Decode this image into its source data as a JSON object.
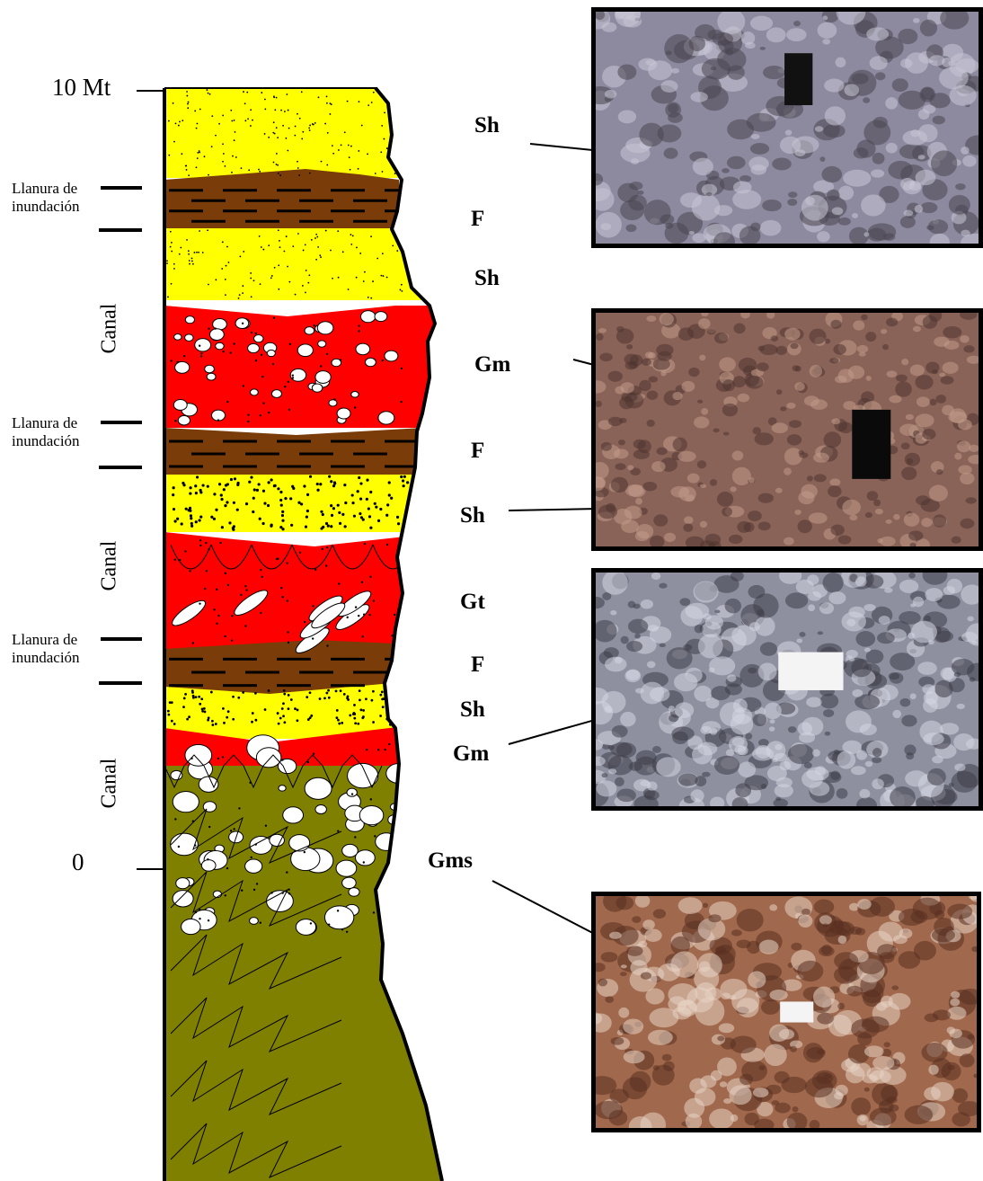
{
  "scale": {
    "top_label": "10 Mt",
    "bottom_label": "0"
  },
  "environments": {
    "floodplain_line1": "Llanura de",
    "floodplain_line2": "inundación",
    "channel": "Canal"
  },
  "facies_labels": [
    "Sh",
    "F",
    "Sh",
    "Gm",
    "F",
    "Sh",
    "Gt",
    "F",
    "Sh",
    "Gm",
    "Gms"
  ],
  "colors": {
    "sand": "#ffff00",
    "gravel": "#ff0000",
    "floodplain": "#7a3c08",
    "basement": "#808000",
    "outline": "#000000"
  },
  "photos": [
    {
      "name": "photo-sh-outcrop",
      "tone": "#8d8aa0"
    },
    {
      "name": "photo-gm-sh-outcrop",
      "tone": "#8a6358"
    },
    {
      "name": "photo-gt-sh-gm-outcrop",
      "tone": "#8e90a0"
    },
    {
      "name": "photo-gms-outcrop",
      "tone": "#a0684c"
    }
  ]
}
